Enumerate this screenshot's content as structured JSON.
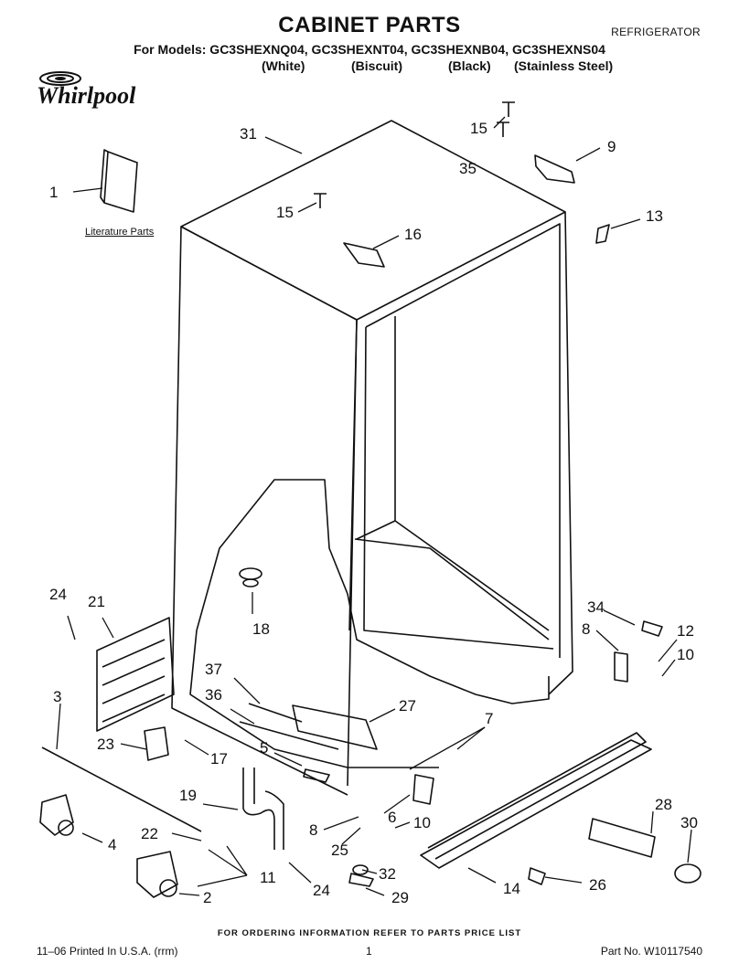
{
  "header": {
    "title": "CABINET PARTS",
    "category": "REFRIGERATOR",
    "models": "For Models: GC3SHEXNQ04, GC3SHEXNT04, GC3SHEXNB04, GC3SHEXNS04",
    "variants": [
      "(White)",
      "(Biscuit)",
      "(Black)",
      "(Stainless Steel)"
    ]
  },
  "brand": {
    "name": "Whirlpool"
  },
  "literature_label": "Literature Parts",
  "callouts": [
    "31",
    "1",
    "15",
    "35",
    "9",
    "15",
    "16",
    "13",
    "24",
    "21",
    "18",
    "34",
    "8",
    "12",
    "10",
    "3",
    "37",
    "36",
    "27",
    "7",
    "23",
    "17",
    "5",
    "19",
    "6",
    "8",
    "10",
    "28",
    "30",
    "4",
    "22",
    "25",
    "11",
    "32",
    "24",
    "2",
    "29",
    "14",
    "26"
  ],
  "footer": {
    "note": "FOR ORDERING INFORMATION REFER TO PARTS PRICE LIST",
    "printed": "11–06 Printed In U.S.A. (rrm)",
    "page": "1",
    "part_no": "Part No. W10117540"
  }
}
